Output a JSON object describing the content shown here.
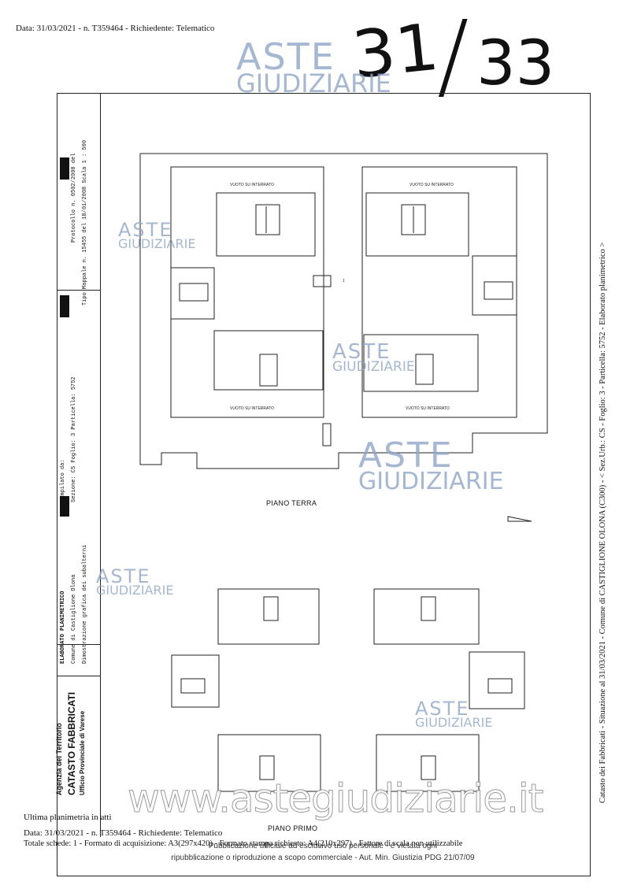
{
  "header": {
    "text": "Data: 31/03/2021 - n. T359464 - Richiedente: Telematico"
  },
  "handwriting": {
    "left": "31",
    "slash": "/",
    "right": "33"
  },
  "watermark": {
    "brand_top": "ASTE",
    "brand_bottom": "GIUDIZIARIE",
    "site": "www.astegiudiziarie.it",
    "color": "#8fa6c8"
  },
  "side_right": "Catasto dei Fabbricati - Situazione al 31/03/2021 - Comune di CASTIGLIONE OLONA (C300) - < Sez.Urb.: CS - Foglio: 3 - Particella: 5752 - Elaborato planimetrico >",
  "left_panel": {
    "agency_line1": "Agenzia del Territorio",
    "agency_line2": "CATASTO FABBRICATI",
    "agency_line3": "Ufficio Provinciale di Varese",
    "col1": "ELABORATO PLANIMETRICO",
    "col2": "Comune di Castiglione Olona",
    "col3": "Dimostrazione grafica dei subalterni",
    "compilato": "Compilato da:",
    "sezione": "Sezione: CS    Foglio: 3    Particella: 5752",
    "protocollo": "Protocollo n.    0502/2008    del",
    "tipo_mappale": "Tipo Mappale n. 15455    del 18/01/2008    Scala 1 : 500"
  },
  "plan": {
    "ground_floor_label": "PIANO TERRA",
    "first_floor_label": "PIANO PRIMO",
    "void_label": "VUOTO SU INTERRATO",
    "stair_label": "1"
  },
  "footer": {
    "line1": "Ultima planimetria in atti",
    "line2": "Data: 31/03/2021 - n. T359464 - Richiedente: Telematico",
    "line3": "Totale schede: 1 - Formato di acquisizione: A3(297x420) - Formato stampa richiesto: A4(210x297) - Fattore di scala non utilizzabile"
  },
  "notice": {
    "line1": "Pubblicazione ufficiale ad esclusivo uso personale - è vietata ogni",
    "line2": "ripubblicazione o riproduzione a scopo commerciale - Aut. Min. Giustizia PDG 21/07/09"
  }
}
